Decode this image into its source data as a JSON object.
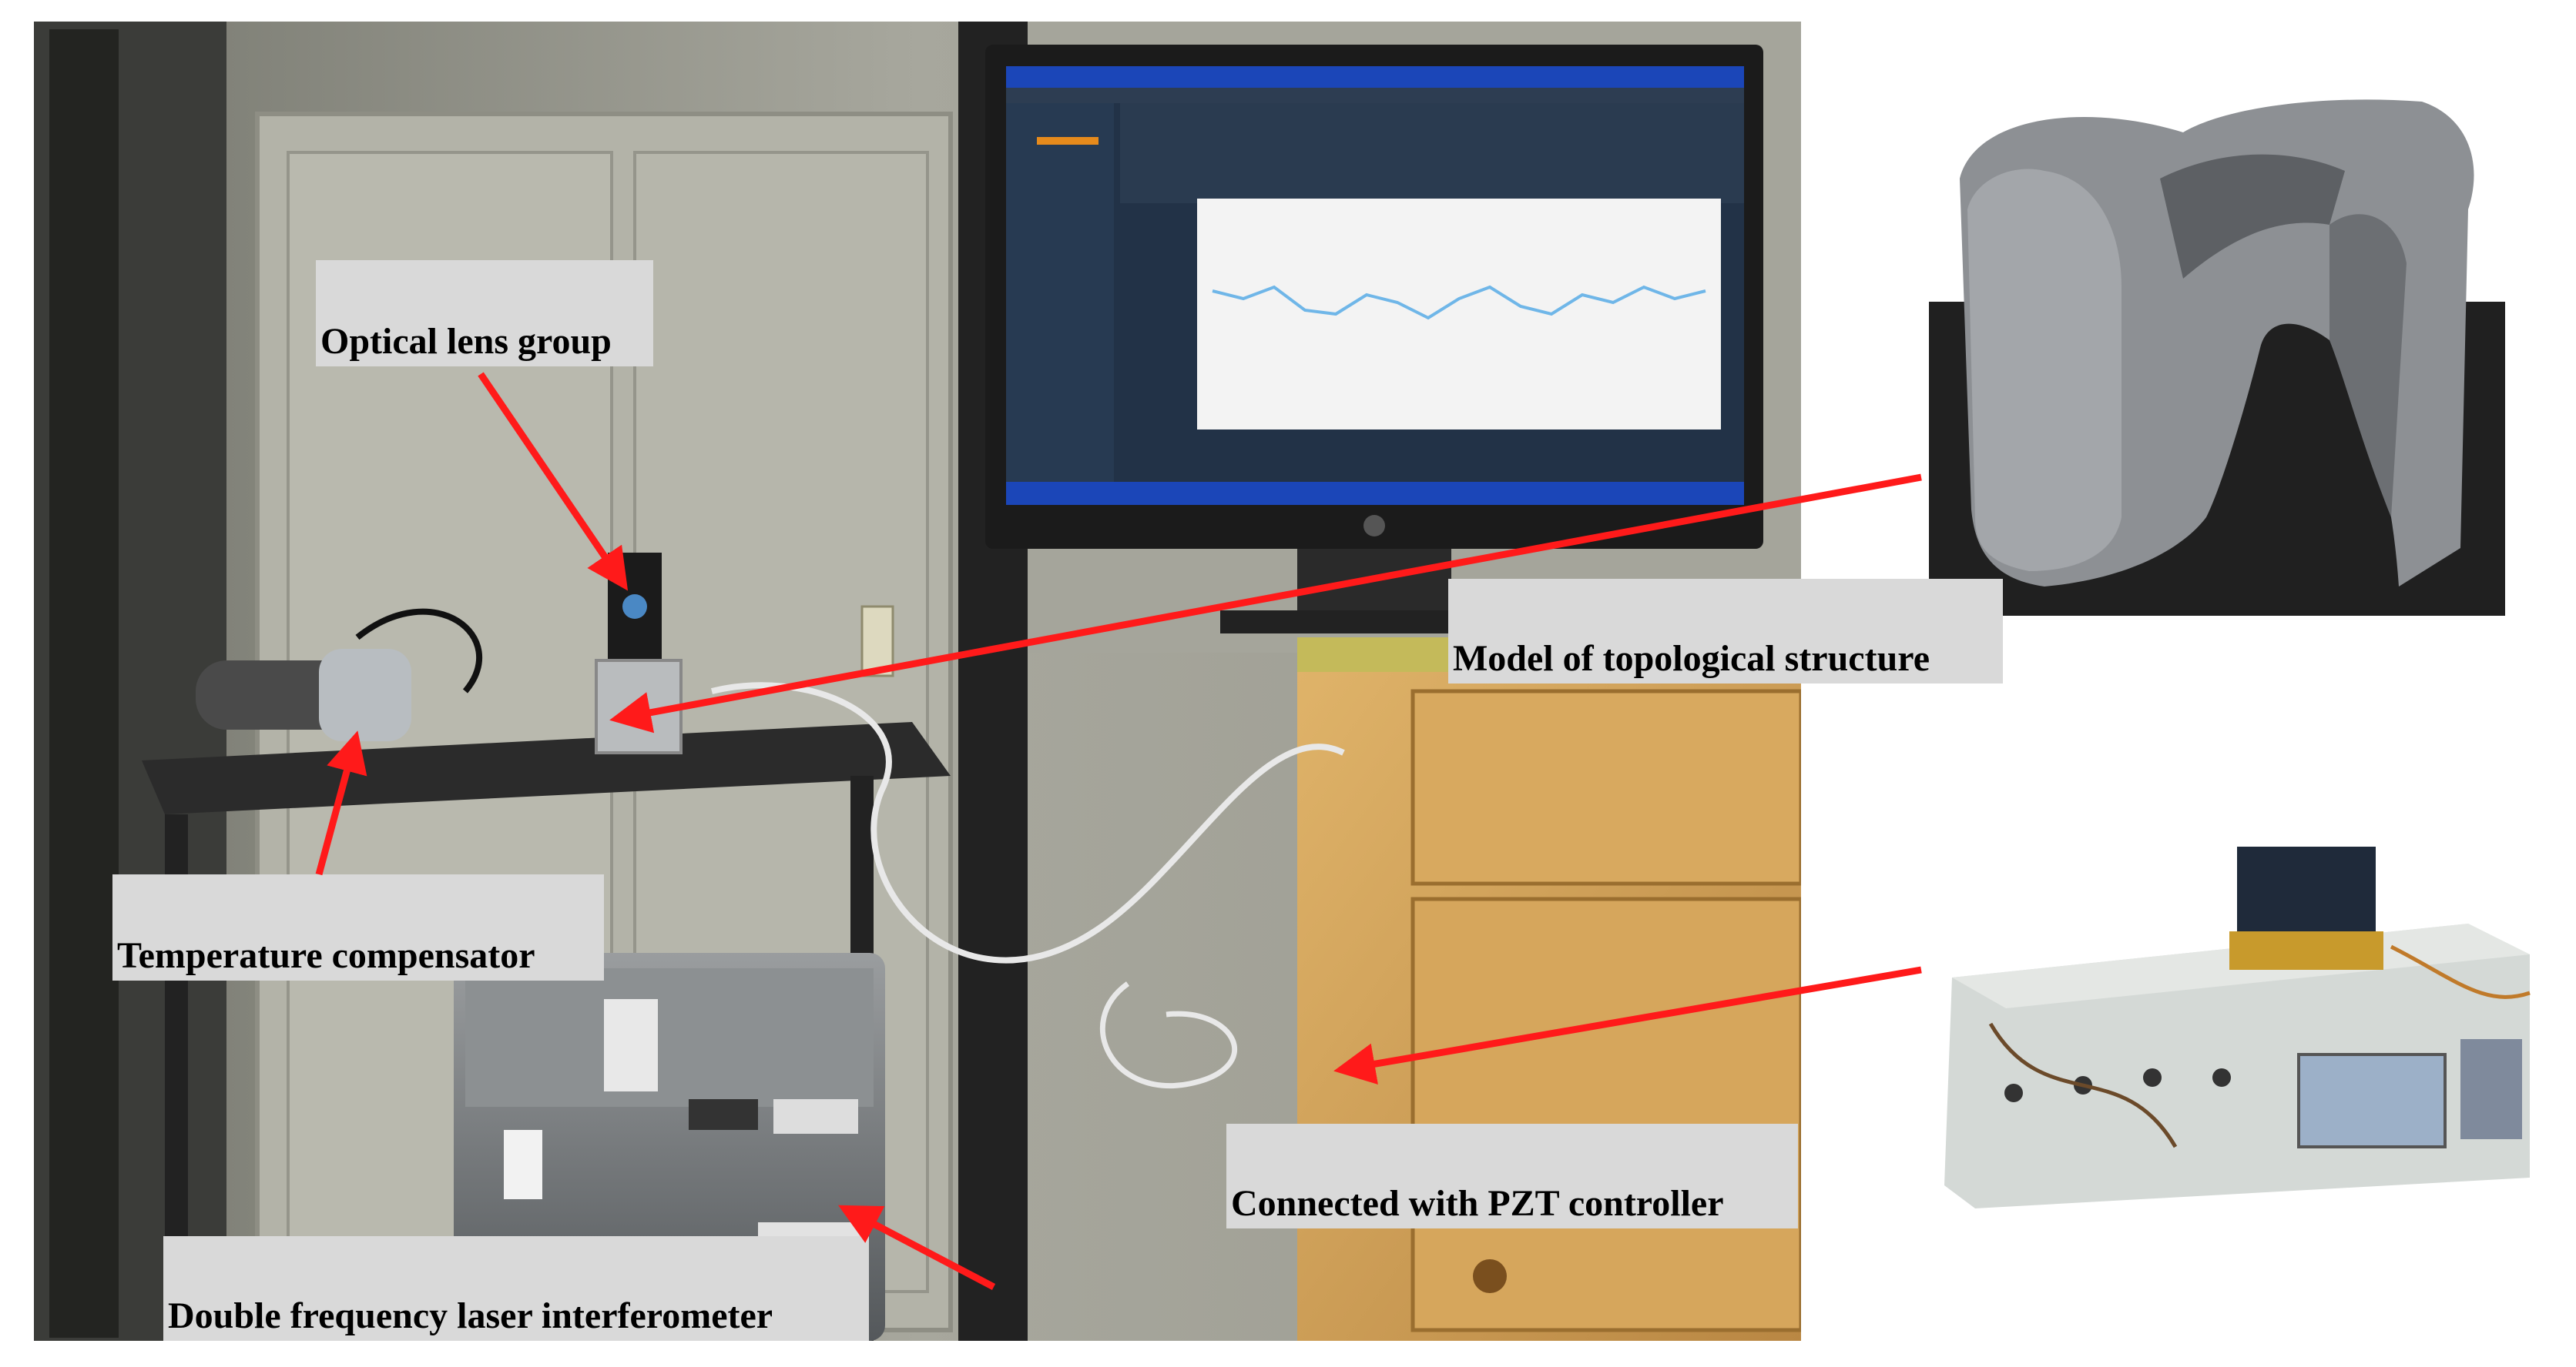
{
  "labels": {
    "optical_lens_group": "Optical lens group",
    "temperature_compensator": "Temperature compensator",
    "double_frequency_laser_interferometer": "Double frequency laser interferometer",
    "model_of_topological_structure": "Model of topological structure",
    "connected_with_pzt_controller": "Connected with PZT controller"
  },
  "colors": {
    "arrow": "#ff1a1a",
    "label_background": "#d9d9d9"
  }
}
